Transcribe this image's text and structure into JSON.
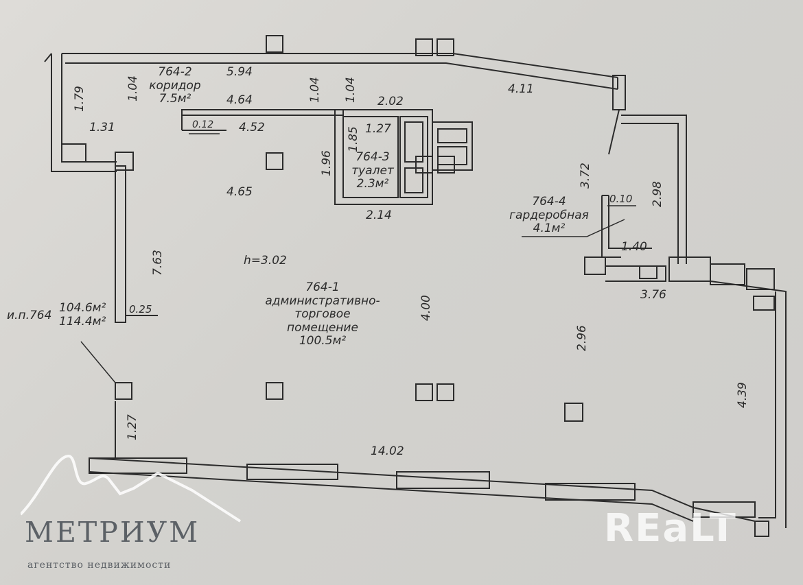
{
  "plan": {
    "rooms": {
      "corridor": {
        "number": "764-2",
        "name": "коридор",
        "area": "7.5м²"
      },
      "toilet": {
        "number": "764-3",
        "name": "туалет",
        "area": "2.3м²"
      },
      "wardrobe": {
        "number": "764-4",
        "name": "гардеробная",
        "area": "4.1м²"
      },
      "main": {
        "number": "764-1",
        "name_line1": "административно-",
        "name_line2": "торговое",
        "name_line3": "помещение",
        "area": "100.5м²"
      }
    },
    "ceiling_height": "h=3.02",
    "unit": {
      "label": "и.п.764",
      "area1": "104.6м²",
      "area2": "114.4м²"
    },
    "dimensions": {
      "d594": "5.94",
      "d104a": "1.04",
      "d179": "1.79",
      "d131": "1.31",
      "d464": "4.64",
      "d012": "0.12",
      "d452": "4.52",
      "d104b": "1.04",
      "d104c": "1.04",
      "d202": "2.02",
      "d185": "1.85",
      "d127a": "1.27",
      "d196": "1.96",
      "d465": "4.65",
      "d214": "2.14",
      "d411": "4.11",
      "d372": "3.72",
      "d298": "2.98",
      "d010": "0.10",
      "d140": "1.40",
      "d763": "7.63",
      "d025": "0.25",
      "d400": "4.00",
      "d376": "3.76",
      "d296": "2.96",
      "d439": "4.39",
      "d127b": "1.27",
      "d1402": "14.02"
    }
  },
  "brand": {
    "name": "МЕТРИУМ",
    "tagline": "агентство недвижимости"
  },
  "watermark": "REaLT",
  "colors": {
    "line": "#2b2b2b",
    "brand": "#5c6166"
  }
}
